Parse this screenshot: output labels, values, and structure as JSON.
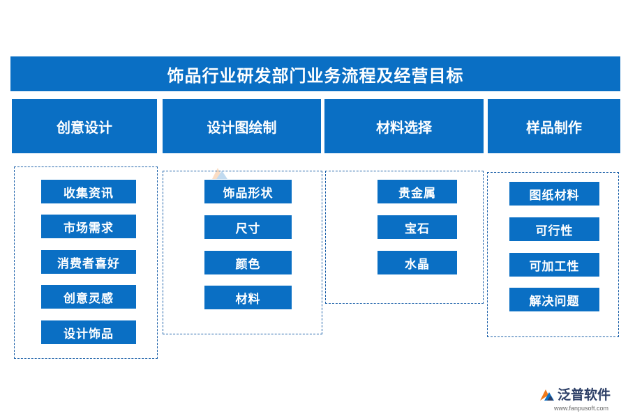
{
  "title": "饰品行业研发部门业务流程及经营目标",
  "columns": [
    {
      "header": "创意设计",
      "items": [
        "收集资讯",
        "市场需求",
        "消费者喜好",
        "创意灵感",
        "设计饰品"
      ]
    },
    {
      "header": "设计图绘制",
      "items": [
        "饰品形状",
        "尺寸",
        "颜色",
        "材料"
      ]
    },
    {
      "header": "材料选择",
      "items": [
        "贵金属",
        "宝石",
        "水晶"
      ]
    },
    {
      "header": "样品制作",
      "items": [
        "图纸材料",
        "可行性",
        "可加工性",
        "解决问题"
      ]
    }
  ],
  "brand": {
    "name": "泛普软件",
    "url": "www.fanpusoft.com"
  },
  "colors": {
    "primary_blue": "#0a6fc4",
    "dashed_border": "#1a5fa8",
    "brand_text": "#2c3e66",
    "logo_orange": "#f07a1a"
  }
}
